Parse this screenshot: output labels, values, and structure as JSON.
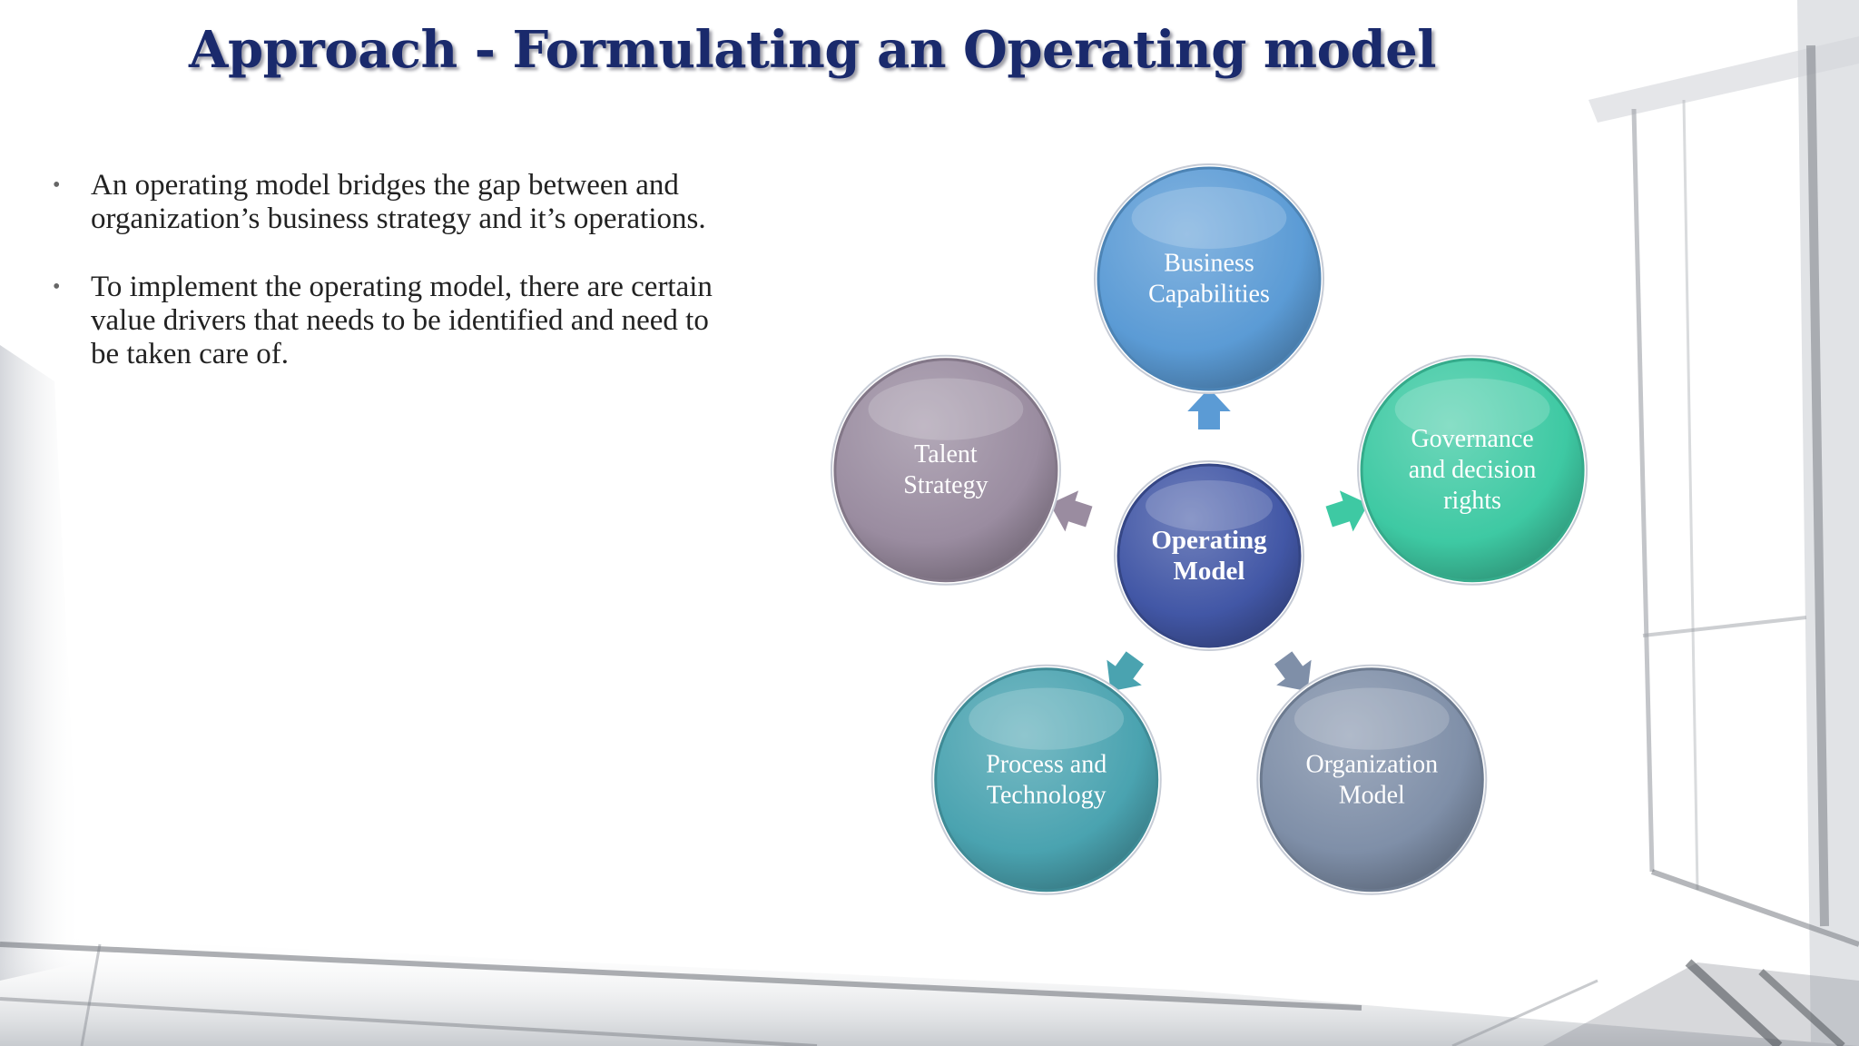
{
  "title": "Approach -  Formulating an Operating model",
  "bullets": [
    {
      "text": "An operating model bridges the gap between and organization’s business strategy and it’s operations."
    },
    {
      "text": "To implement the operating model, there are certain value drivers that needs to be identified and need to be taken care of."
    }
  ],
  "diagram": {
    "center": {
      "lines": [
        "Operating",
        "Model"
      ],
      "color": "#4257a6"
    },
    "nodes": [
      {
        "lines": [
          "Business",
          "Capabilities"
        ],
        "color": "#5b9bd5"
      },
      {
        "lines": [
          "Governance",
          "and decision",
          "rights"
        ],
        "color": "#3ec9a3"
      },
      {
        "lines": [
          "Organization",
          "Model"
        ],
        "color": "#7f8fa8"
      },
      {
        "lines": [
          "Process and",
          "Technology"
        ],
        "color": "#4aa3b0"
      },
      {
        "lines": [
          "Talent",
          "Strategy"
        ],
        "color": "#9a8ca0"
      }
    ]
  }
}
